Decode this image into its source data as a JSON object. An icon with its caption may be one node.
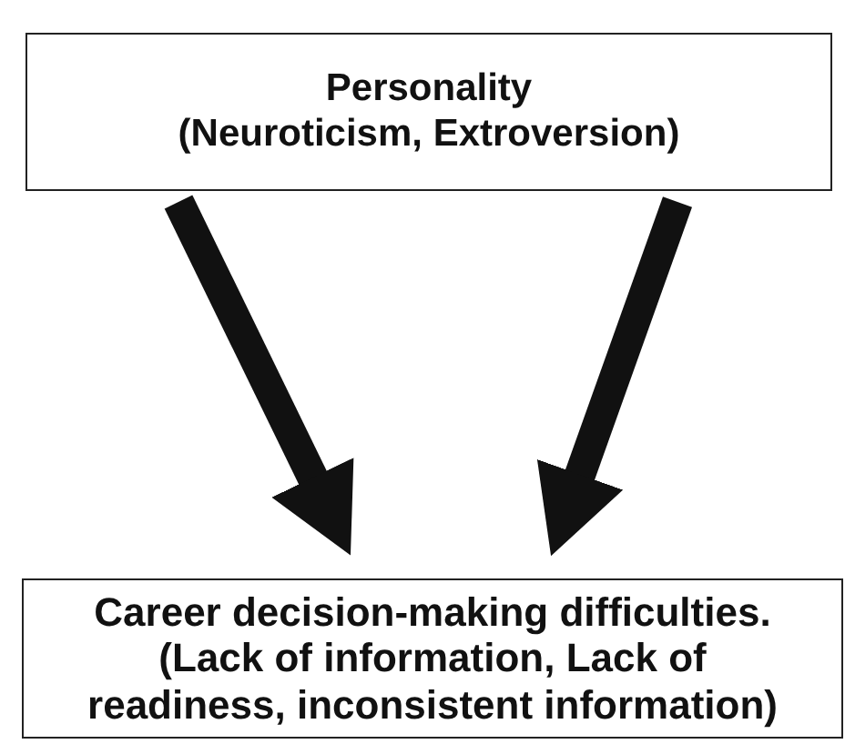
{
  "diagram": {
    "nodes": [
      {
        "text": [
          "Personality",
          "(Neuroticism, Extroversion)"
        ]
      },
      {
        "text": [
          "Career decision-making difficulties.",
          "(Lack of information, Lack of readiness, inconsistent information)"
        ]
      }
    ],
    "edges": [
      {
        "from": 0,
        "to": 1,
        "arrow": "to"
      },
      {
        "from": 0,
        "to": 1,
        "arrow": "to"
      }
    ]
  }
}
